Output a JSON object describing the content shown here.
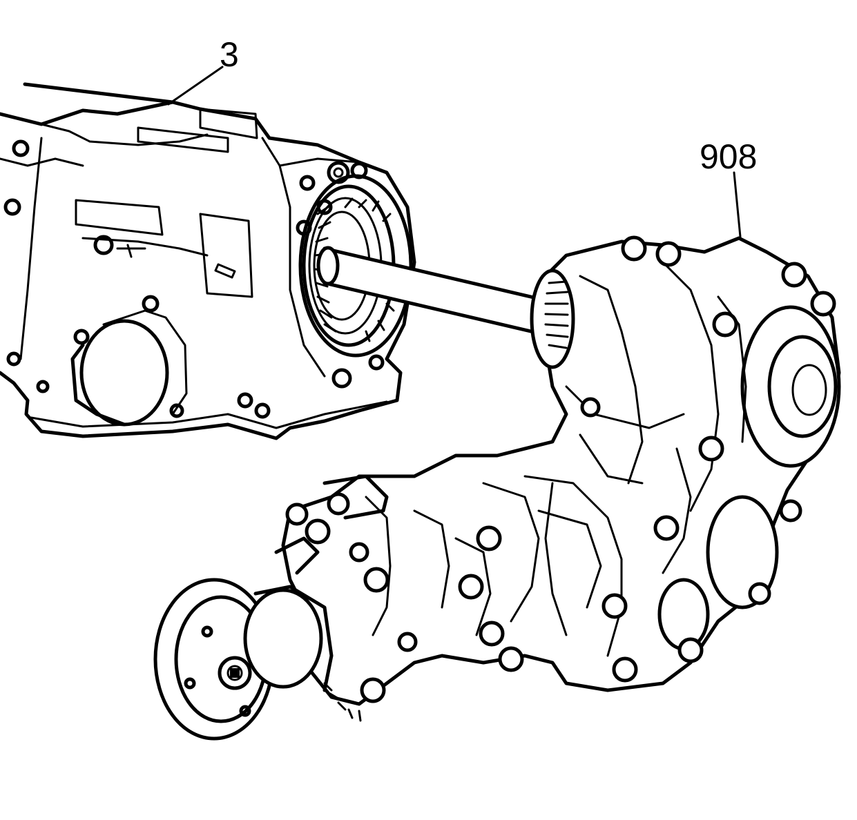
{
  "callouts": [
    {
      "id": "transmission",
      "label": "3"
    },
    {
      "id": "transfer-case",
      "label": "908"
    }
  ],
  "colors": {
    "line": "#000000",
    "background": "#ffffff"
  }
}
